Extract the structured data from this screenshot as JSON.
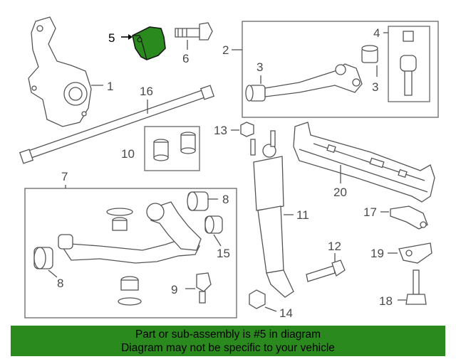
{
  "diagram": {
    "highlight_color": "#2b8a1e",
    "callouts": {
      "c1": "1",
      "c2": "2",
      "c3a": "3",
      "c3b": "3",
      "c4": "4",
      "c5": "5",
      "c6": "6",
      "c7": "7",
      "c8a": "8",
      "c8b": "8",
      "c9": "9",
      "c10": "10",
      "c11": "11",
      "c12": "12",
      "c13": "13",
      "c14": "14",
      "c15": "15",
      "c16": "16",
      "c17": "17",
      "c18": "18",
      "c19": "19",
      "c20": "20"
    }
  },
  "banner": {
    "line1": "Part or sub-assembly is #5 in diagram",
    "line2": "Diagram may not be specific to your vehicle"
  }
}
